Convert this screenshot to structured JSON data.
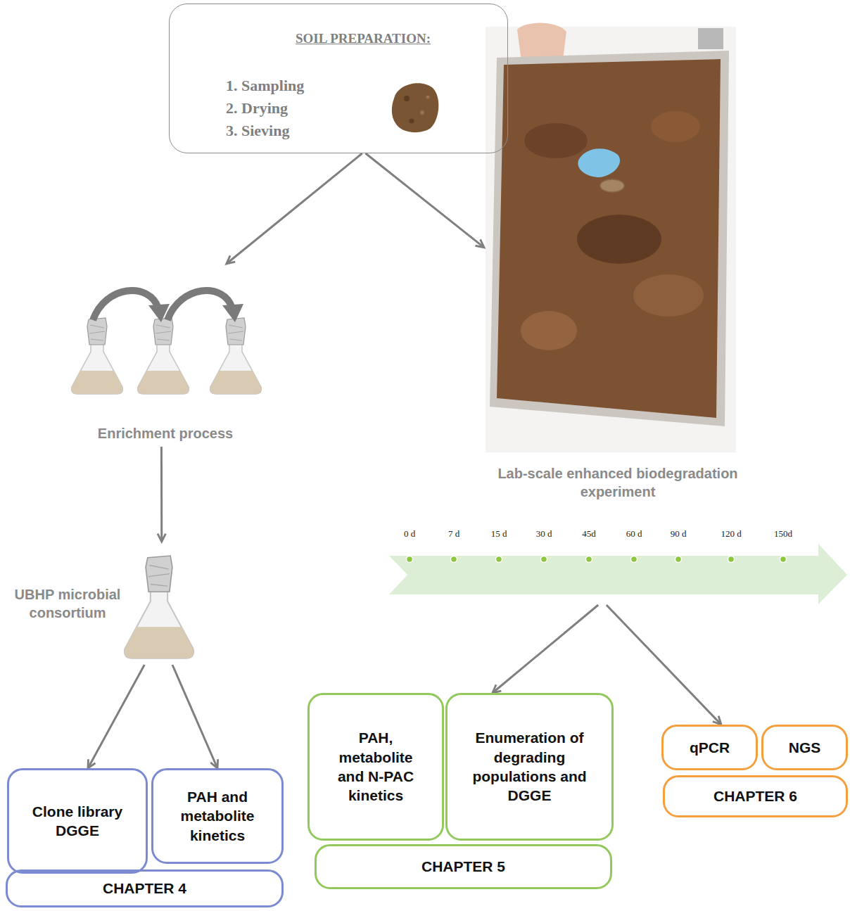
{
  "diagram": {
    "nodes": [
      {
        "text": [
          "SOIL PREPARATION:",
          "1. Sampling",
          "2. Drying",
          "3. Sieving"
        ]
      },
      {
        "text": [
          "Enrichment process"
        ]
      },
      {
        "text": [
          "Lab-scale enhanced biodegradation experiment"
        ]
      },
      {
        "text": [
          "0 d",
          "7 d",
          "15 d",
          "30 d",
          "45d",
          "60 d",
          "90 d",
          "120 d",
          "150d"
        ]
      },
      {
        "text": [
          "UBHP microbial consortium"
        ]
      },
      {
        "text": [
          "Clone library DGGE"
        ]
      },
      {
        "text": [
          "PAH and metabolite kinetics"
        ]
      },
      {
        "text": [
          "CHAPTER 4"
        ]
      },
      {
        "text": [
          "PAH, metabolite and N-PAC kinetics"
        ]
      },
      {
        "text": [
          "Enumeration of degrading populations and DGGE"
        ]
      },
      {
        "text": [
          "CHAPTER 5"
        ]
      },
      {
        "text": [
          "qPCR"
        ]
      },
      {
        "text": [
          "NGS"
        ]
      },
      {
        "text": [
          "CHAPTER 6"
        ]
      }
    ],
    "edges": [
      {
        "from": 0,
        "to": 1,
        "arrow": "to"
      },
      {
        "from": 0,
        "to": 2,
        "arrow": "to"
      },
      {
        "from": 1,
        "to": 4,
        "arrow": "to"
      },
      {
        "from": 4,
        "to": 5,
        "arrow": "to"
      },
      {
        "from": 4,
        "to": 6,
        "arrow": "to"
      },
      {
        "from": 3,
        "to": 9,
        "arrow": "to"
      },
      {
        "from": 3,
        "to": 11,
        "arrow": "to"
      }
    ]
  }
}
